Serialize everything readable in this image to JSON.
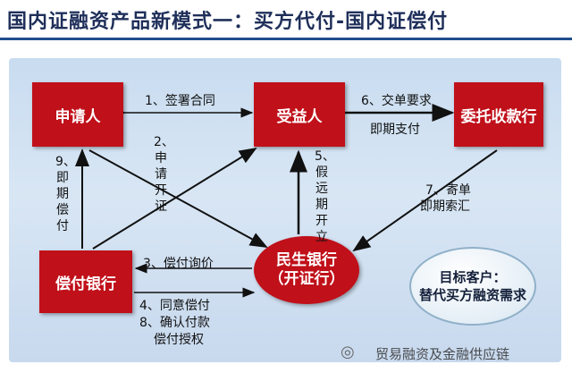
{
  "title": "国内证融资产品新模式一：买方代付-国内证偿付",
  "nodes": {
    "applicant": "申请人",
    "beneficiary": "受益人",
    "collecting_bank": "委托收款行",
    "paying_bank": "偿付银行",
    "issuing_bank_line1": "民生银行",
    "issuing_bank_line2": "（开证行）"
  },
  "steps": {
    "s1": "1、签署合同",
    "s2": "2、申请开证",
    "s3": "3、偿付询价",
    "s4": "4、同意偿付",
    "s5": "5、假远期开立",
    "s6a": "6、交单要求",
    "s6b": "即期支付",
    "s7a": "7、寄单",
    "s7b": "即期索汇",
    "s8a": "8、确认付款",
    "s8b": "偿付授权",
    "s9": "9、即期偿付"
  },
  "target": {
    "line1": "目标客户：",
    "line2": "替代买方融资需求"
  },
  "watermark": "贸易融资及金融供应链",
  "colors": {
    "box": "#c0101a",
    "panel": "#d3e3f3",
    "title_rule": "#1f4e8c"
  }
}
